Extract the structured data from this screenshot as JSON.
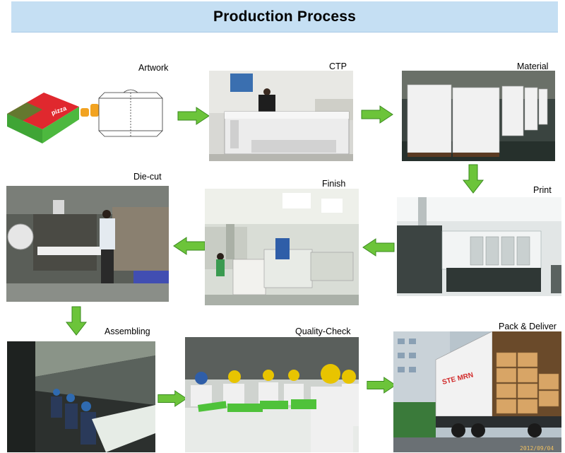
{
  "title": "Production Process",
  "steps": {
    "artwork": "Artwork",
    "ctp": "CTP",
    "material": "Material",
    "print": "Print",
    "finish": "Finish",
    "diecut": "Die-cut",
    "assembling": "Assembling",
    "quality_check": "Quality-Check",
    "pack_deliver": "Pack & Deliver"
  },
  "artwork_box_text": "pizza",
  "photo_timestamp": "2012/09/04",
  "colors": {
    "banner": "#c5dff3",
    "arrow_green": "#6cc43a",
    "arrow_outline": "#3a8a1e"
  },
  "icons": {
    "arrow": "green-block-arrow"
  }
}
